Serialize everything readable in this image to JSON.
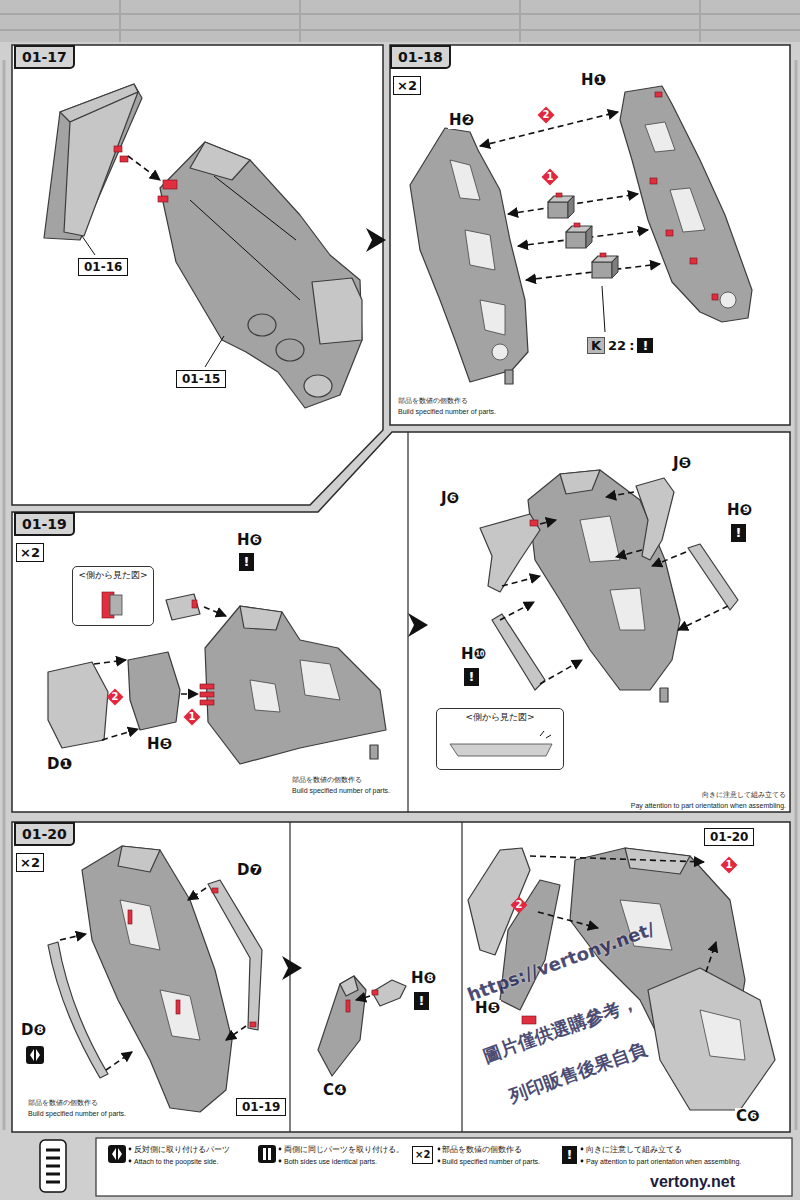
{
  "diagram": {
    "nodes": [
      {
        "text": [
          "01-17"
        ]
      },
      {
        "text": [
          "01-16"
        ]
      },
      {
        "text": [
          "01-15"
        ]
      },
      {
        "text": [
          "01-18"
        ]
      },
      {
        "text": [
          "×2"
        ]
      },
      {
        "text": [
          "K",
          "22",
          ":",
          "!"
        ]
      },
      {
        "text": [
          "01-19"
        ]
      },
      {
        "text": [
          "×2"
        ]
      },
      {
        "text": [
          "<側から見た図>"
        ]
      },
      {
        "text": [
          "<側から見た図>"
        ]
      },
      {
        "text": [
          "01-20"
        ]
      },
      {
        "text": [
          "×2"
        ]
      },
      {
        "text": [
          "01-19"
        ]
      },
      {
        "text": [
          "01-20"
        ]
      }
    ],
    "labels": [
      "H❶",
      "H❷",
      "2",
      "1",
      "部品を数値の個数作る",
      "Build specified number of parts.",
      "H❻",
      "!",
      "2",
      "1",
      "D❶",
      "H❺",
      "部品を数値の個数作る",
      "Build specified number of parts.",
      "J❻",
      "J❺",
      "H❾",
      "!",
      "H❿",
      "!",
      "向きに注意して組み立てる",
      "Pay attention to part orientation when assembling.",
      "D❼",
      "D❽",
      "部品を数値の個数作る",
      "Build specified number of parts.",
      "H❽",
      "!",
      "C❹",
      "1",
      "2",
      "H❺",
      "C❻",
      "https://vertony.net/",
      "圖片僅供選購參考，",
      "列印販售後果自負",
      "vertony.net",
      "×2",
      "!",
      "Attach to the poopsite side.",
      "Both sides use identical parts.",
      "Build specified number of parts.",
      "Pay attention to part orientation when assembling."
    ],
    "legend": [
      {
        "text": "反対側に取り付けるパーツ"
      },
      {
        "text": "両側に同じパーツを取り付ける。"
      },
      {
        "text": "部品を数値の個数作る"
      },
      {
        "text": "向きに注意して組み立てる"
      }
    ]
  }
}
